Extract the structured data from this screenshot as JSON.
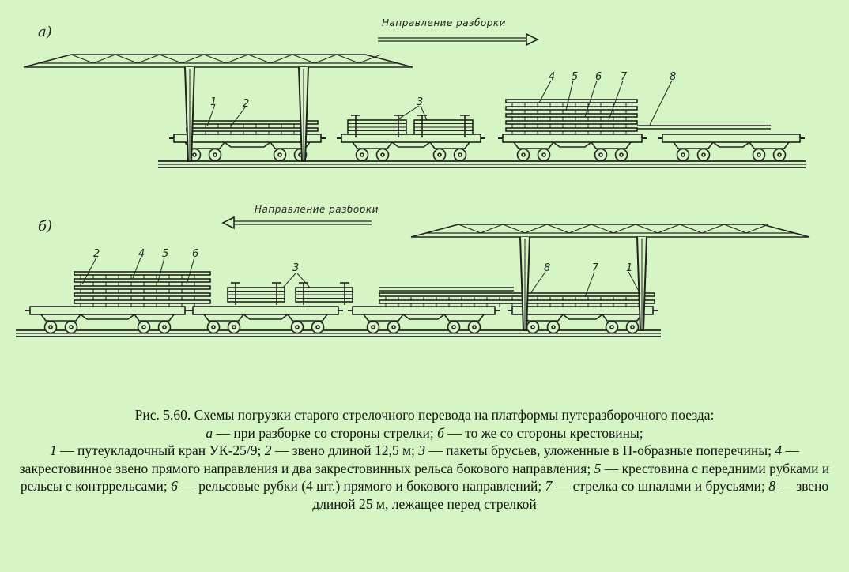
{
  "panels": {
    "a": {
      "label": "а)",
      "direction": "Направление разборки",
      "callouts": [
        "1",
        "2",
        "3",
        "4",
        "5",
        "6",
        "7",
        "8"
      ]
    },
    "b": {
      "label": "б)",
      "direction": "Направление разборки",
      "callouts": [
        "2",
        "4",
        "5",
        "6",
        "3",
        "8",
        "7",
        "1"
      ]
    }
  },
  "caption": {
    "title": "Рис. 5.60. Схемы погрузки старого стрелочного перевода на платформы путеразборочного поезда:",
    "parts": [
      {
        "key": "а",
        "text": " — при разборке со стороны стрелки; "
      },
      {
        "key": "б",
        "text": " — то же со стороны крестовины;"
      }
    ],
    "items": [
      {
        "key": "1",
        "text": " — путеукладочный кран УК-25/9; "
      },
      {
        "key": "2",
        "text": " — звено длиной 12,5 м; "
      },
      {
        "key": "3",
        "text": " — пакеты брусьев, уложенные в П-образные поперечины; "
      },
      {
        "key": "4",
        "text": " — закрестовинное звено прямого направления и два закрестовинных рельса бокового направления; "
      },
      {
        "key": "5",
        "text": " — крестовина с передними рубками и рельсы с контррельсами; "
      },
      {
        "key": "6",
        "text": " — рельсовые рубки (4 шт.) прямого и бокового направлений; "
      },
      {
        "key": "7",
        "text": " — стрелка со шпалами и брусьями; "
      },
      {
        "key": "8",
        "text": " — звено длиной 25 м, лежащее перед стрелкой"
      }
    ]
  }
}
